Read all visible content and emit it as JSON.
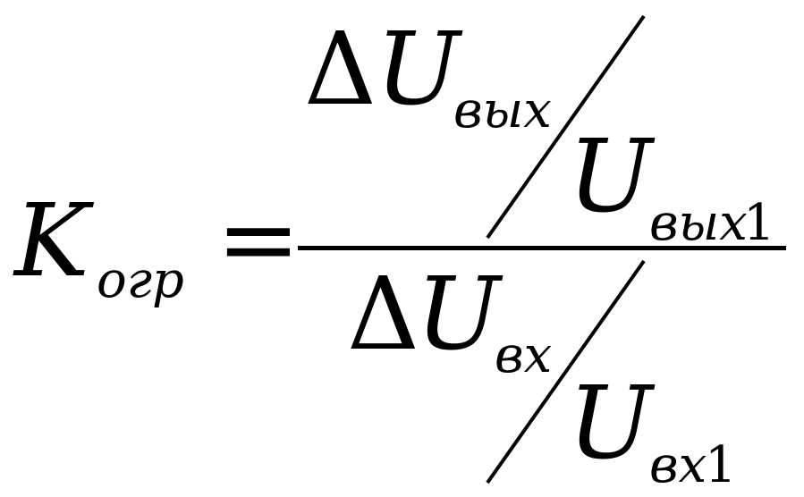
{
  "formula": {
    "lhs": {
      "symbol": "K",
      "subscript": "огр"
    },
    "equals": "=",
    "numerator": {
      "delta": "Δ",
      "top_symbol": "U",
      "top_subscript": "вых",
      "bottom_symbol": "U",
      "bottom_subscript": "вых",
      "bottom_index": "1"
    },
    "denominator": {
      "delta": "Δ",
      "top_symbol": "U",
      "top_subscript": "вх",
      "bottom_symbol": "U",
      "bottom_subscript": "вх",
      "bottom_index": "1"
    }
  }
}
